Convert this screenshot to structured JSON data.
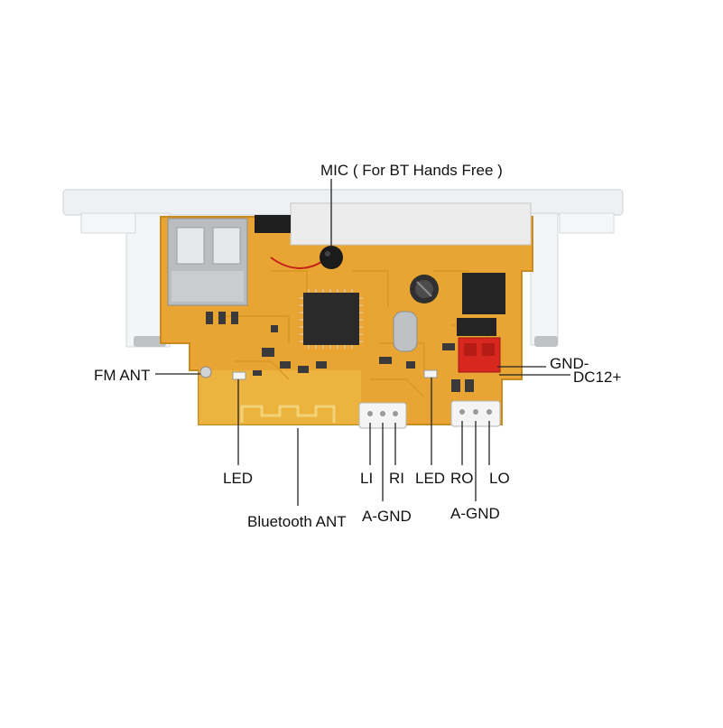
{
  "labels": {
    "mic": "MIC ( For BT Hands Free )",
    "fm_ant": "FM ANT",
    "gnd": "GND-",
    "dc12": "DC12+",
    "led_left": "LED",
    "bluetooth_ant": "Bluetooth ANT",
    "li": "LI",
    "ri": "RI",
    "a_gnd_in": "A-GND",
    "led_right": "LED",
    "ro": "RO",
    "lo": "LO",
    "a_gnd_out": "A-GND"
  },
  "colors": {
    "board": "#e8a533",
    "board_edge": "#c98a22",
    "trace": "#d99620",
    "acrylic": "#eef1f3",
    "chip": "#2a2a2a",
    "connector_white": "#f4f4f4",
    "power_connector": "#d8271e",
    "leader_line": "#222222"
  }
}
